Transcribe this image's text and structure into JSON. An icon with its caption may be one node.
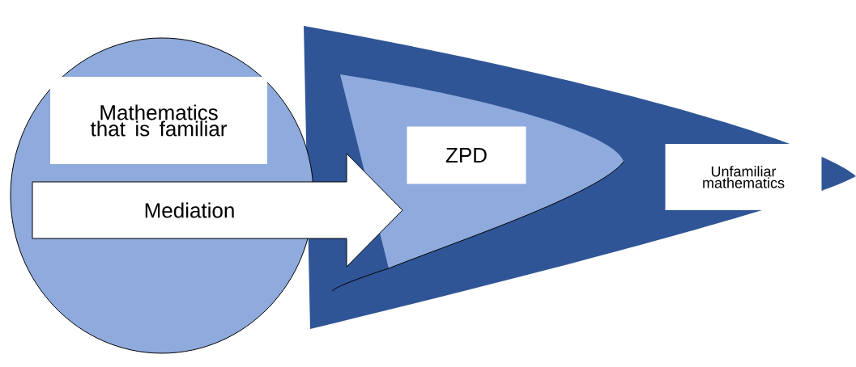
{
  "diagram": {
    "nodes": [
      {
        "text": [],
        "shape": "ellipse"
      },
      {
        "text": [
          "Mathematics that is familiar"
        ],
        "in": 0
      },
      {
        "text": [],
        "shape": "cone"
      },
      {
        "text": [],
        "shape": "cone",
        "in": 2
      },
      {
        "text": [
          "ZPD"
        ],
        "in": 3
      },
      {
        "text": [
          "Unfamiliar mathematics"
        ],
        "in": 2
      }
    ],
    "edges": [
      {
        "from": 0,
        "to": 3,
        "arrow": "to",
        "label": "Mediation"
      }
    ]
  }
}
